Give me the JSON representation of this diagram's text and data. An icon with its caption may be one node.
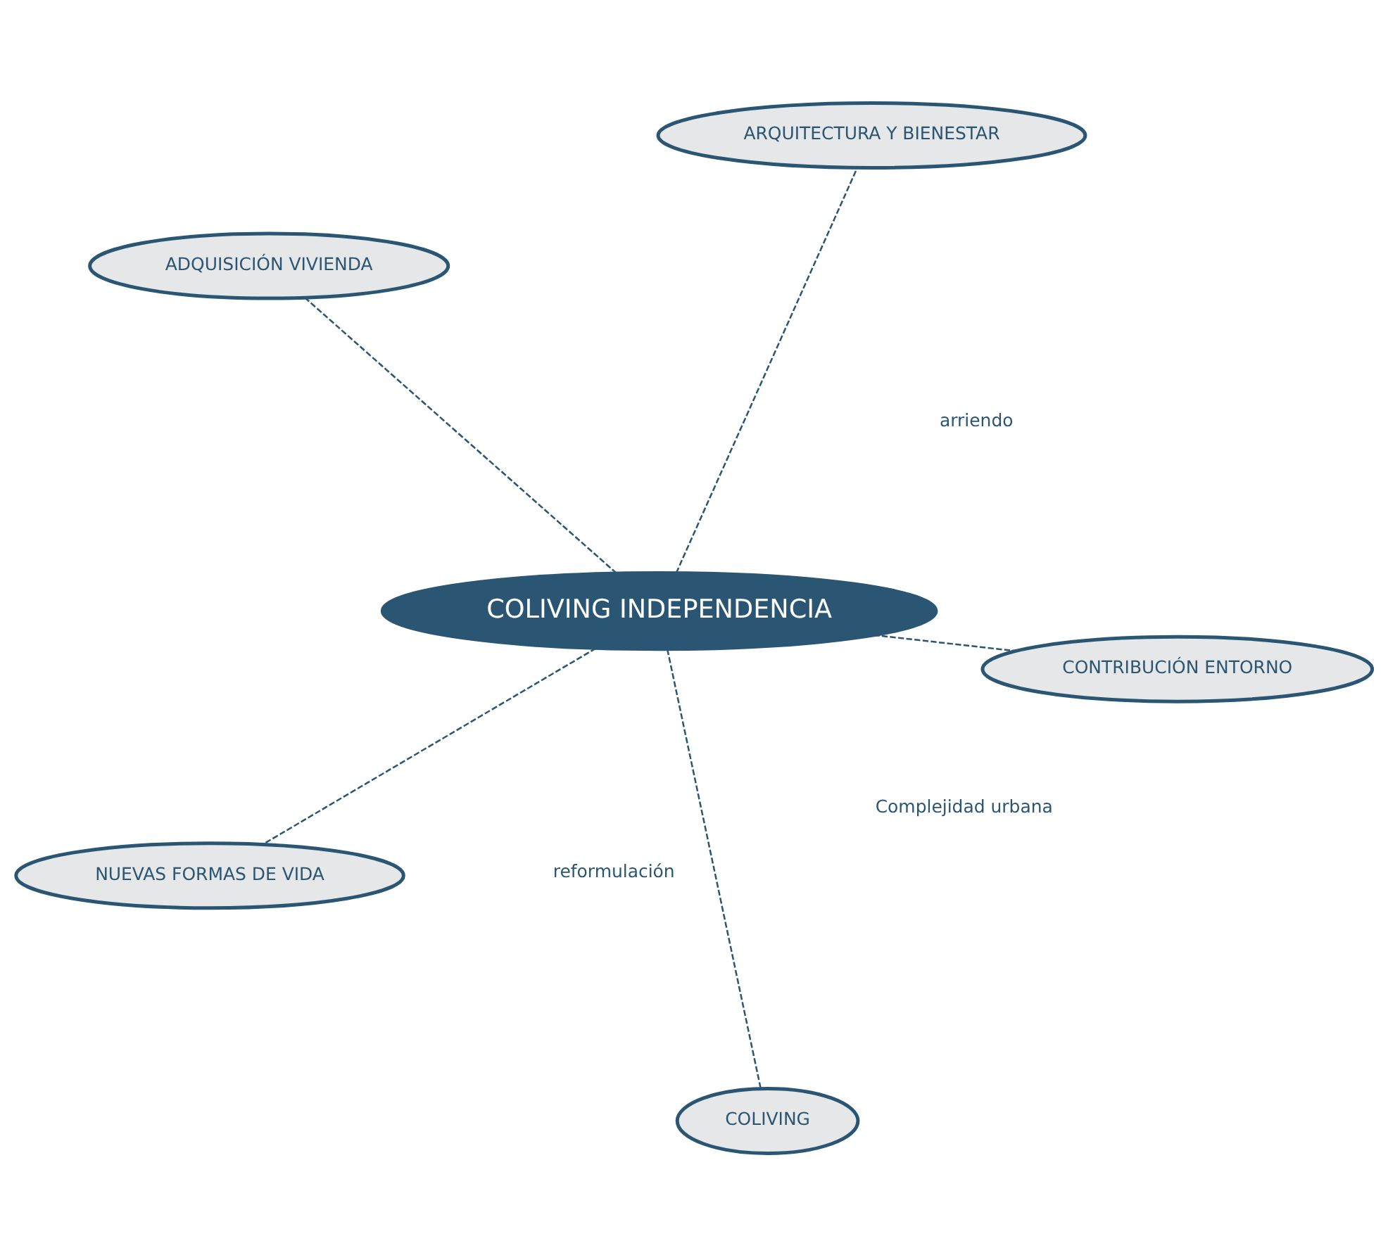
{
  "diagram": {
    "nodes": [
      {
        "text": [
          "ADQUISICIÓN VIVIENDA"
        ]
      },
      {
        "text": [
          "CONTRIBUCIÓN ENTORNO"
        ]
      },
      {
        "text": [
          "COLIVING"
        ]
      },
      {
        "text": [
          "COLIVING INDEPENDENCIA"
        ]
      },
      {
        "text": [
          "ARQUITECTURA Y BIENESTAR"
        ]
      },
      {
        "text": [
          "NUEVAS FORMAS DE VIDA"
        ]
      }
    ],
    "edges": [
      {
        "from": 3,
        "to": 0,
        "arrow": "none",
        "style": "dashed"
      },
      {
        "from": 3,
        "to": 1,
        "arrow": "none",
        "style": "dashed"
      },
      {
        "from": 3,
        "to": 2,
        "arrow": "none",
        "style": "dashed"
      },
      {
        "from": 3,
        "to": 4,
        "arrow": "none",
        "style": "dashed"
      },
      {
        "from": 3,
        "to": 5,
        "arrow": "none",
        "style": "dashed"
      }
    ],
    "labels": [
      "arriendo",
      "Complejidad urbana",
      "reformulación"
    ]
  }
}
